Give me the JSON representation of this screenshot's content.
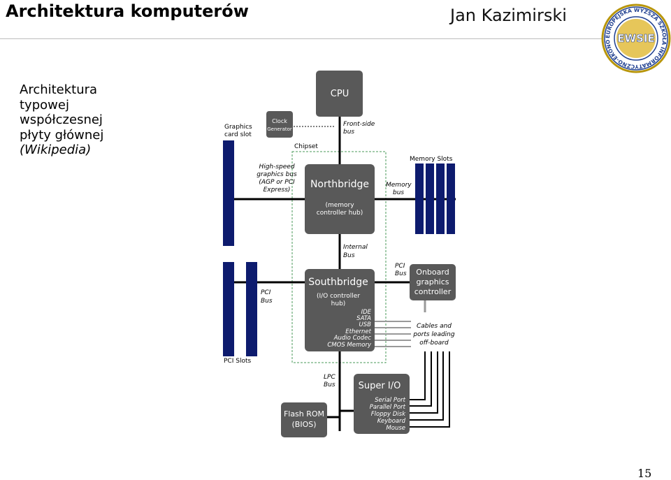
{
  "header": {
    "title": "Architektura komputerów",
    "author": "Jan Kazimirski",
    "logo_text": "EWSIE",
    "logo_ring_text": "EUROPEJSKA WYŻSZA SZKOŁA INFORMATYCZNO-EKONOMICZNA"
  },
  "caption": {
    "line1": "Architektura",
    "line2": "typowej",
    "line3": "współczesnej",
    "line4": "płyty głównej",
    "line5": "(Wikipedia)"
  },
  "diagram": {
    "cpu": "CPU",
    "clock1": "Clock",
    "clock2": "Generator",
    "graphics_slot1": "Graphics",
    "graphics_slot2": "card slot",
    "front_side1": "Front-side",
    "front_side2": "bus",
    "chipset": "Chipset",
    "memory_slots": "Memory Slots",
    "hs1": "High-speed",
    "hs2": "graphics bus",
    "hs3": "(AGP or PCI",
    "hs4": "Express)",
    "northbridge": "Northbridge",
    "nb_sub1": "(memory",
    "nb_sub2": "controller hub)",
    "memory_bus1": "Memory",
    "memory_bus2": "bus",
    "internal1": "Internal",
    "internal2": "Bus",
    "pci_bus_r1": "PCI",
    "pci_bus_r2": "Bus",
    "onboard1": "Onboard",
    "onboard2": "graphics",
    "onboard3": "controller",
    "southbridge": "Southbridge",
    "sb_sub1": "(I/O controller",
    "sb_sub2": "hub)",
    "sb_ports": [
      "IDE",
      "SATA",
      "USB",
      "Ethernet",
      "Audio Codec",
      "CMOS Memory"
    ],
    "pci_bus_l1": "PCI",
    "pci_bus_l2": "Bus",
    "cables1": "Cables and",
    "cables2": "ports leading",
    "cables3": "off-board",
    "pci_slots": "PCI Slots",
    "lpc1": "LPC",
    "lpc2": "Bus",
    "superio": "Super I/O",
    "sio_ports": [
      "Serial Port",
      "Parallel Port",
      "Floppy Disk",
      "Keyboard",
      "Mouse"
    ],
    "flash1": "Flash ROM",
    "flash2": "(BIOS)"
  },
  "page_number": "15"
}
